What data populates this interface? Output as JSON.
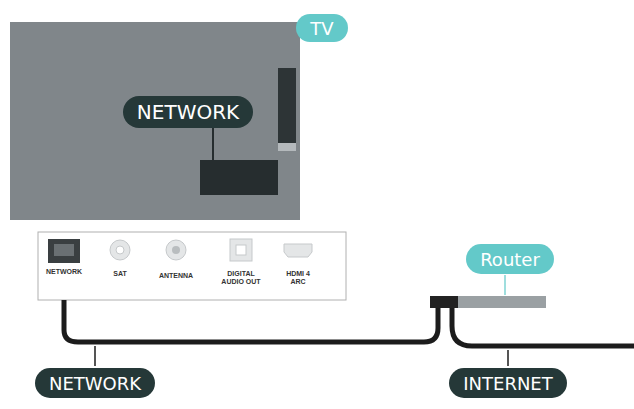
{
  "diagram": {
    "nodes": [
      {
        "text": [
          "TV"
        ]
      },
      {
        "text": [
          "NETWORK"
        ]
      },
      {
        "text": [
          "Router"
        ]
      },
      {
        "text": [
          "NETWORK"
        ]
      },
      {
        "text": [
          "INTERNET"
        ]
      }
    ],
    "labels": [
      "NETWORK",
      "SAT",
      "ANTENNA",
      "DIGITAL AUDIO OUT",
      "HDMI 4 ARC"
    ]
  }
}
